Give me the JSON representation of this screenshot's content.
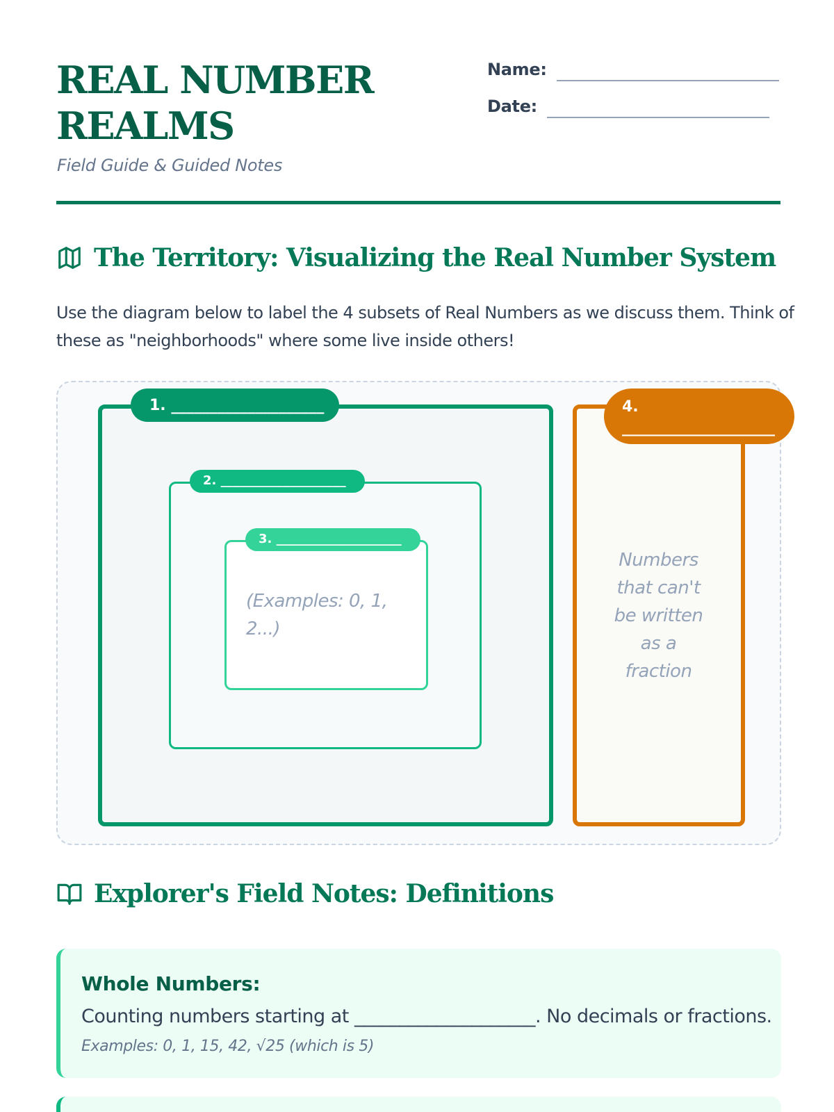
{
  "header": {
    "title": "REAL NUMBER REALMS",
    "subtitle": "Field Guide & Guided Notes",
    "name_label": "Name:",
    "date_label": "Date:"
  },
  "territory": {
    "icon": "map-icon",
    "heading": "The Territory: Visualizing the Real Number System",
    "intro": "Use the diagram below to label the 4 subsets of Real Numbers as we discuss them. Think of these as \"neighborhoods\" where some live inside others!",
    "diagram": {
      "labels": [
        {
          "number": "1.",
          "blank": "____________________",
          "color": "#059669"
        },
        {
          "number": "2.",
          "blank": "____________________",
          "color": "#10b981"
        },
        {
          "number": "3.",
          "blank": "____________________",
          "color": "#34d399"
        },
        {
          "number": "4.",
          "blank": "____________________",
          "color": "#d97706"
        }
      ],
      "box3_note": "(Examples: 0, 1, 2...)",
      "box4_note": "Numbers that can't be written as a fraction"
    }
  },
  "definitions": {
    "icon": "open-book-icon",
    "heading": "Explorer's Field Notes: Definitions",
    "cards": [
      {
        "term": "Whole Numbers:",
        "text_before": "Counting numbers starting at ",
        "blank": "____________________",
        "text_after": ". No decimals or fractions.",
        "examples": "Examples: 0, 1, 15, 42, √25 (which is 5)"
      }
    ]
  }
}
